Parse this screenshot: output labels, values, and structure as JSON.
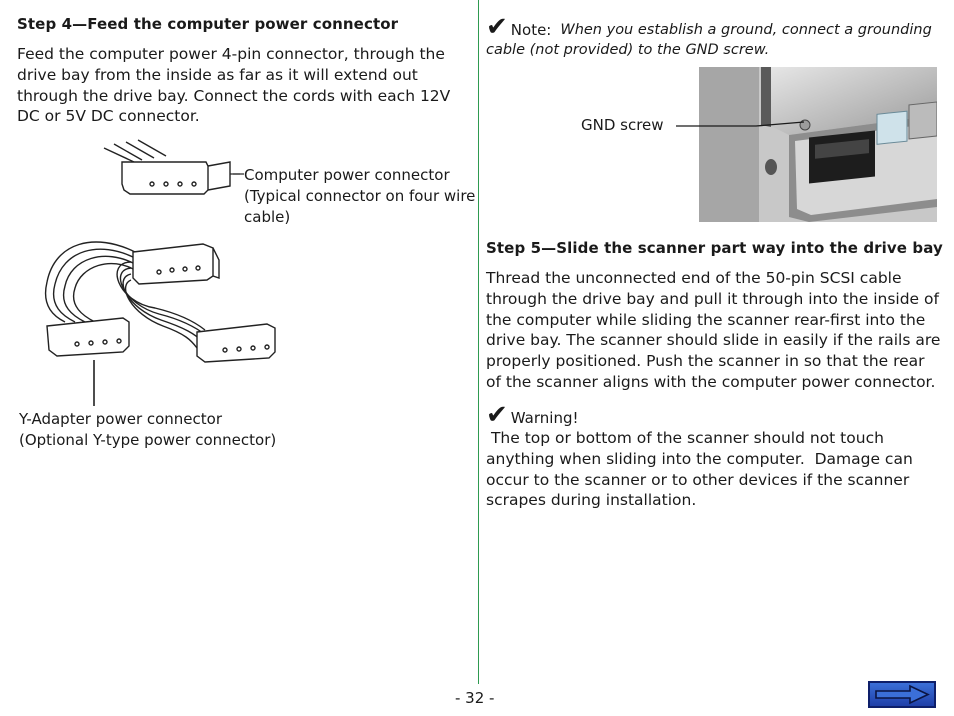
{
  "left": {
    "step4_heading": "Step 4—Feed the computer power connector",
    "step4_body": "Feed the computer power 4-pin connector,  through the drive bay from the inside as far as it will extend out through the drive bay.  Connect the cords with each 12V DC or 5V DC connector.",
    "callout_computer_line1": "Computer power connector",
    "callout_computer_line2": "(Typical connector on four wire",
    "callout_computer_line3": "cable)",
    "callout_y_line1": "Y-Adapter power connector",
    "callout_y_line2": "(Optional Y-type power connector)"
  },
  "right": {
    "note_check": "✔",
    "note_label": "Note:",
    "note_text_line1": "When you establish a ground, connect a grounding",
    "note_text_line2": "cable (not provided) to the GND screw.",
    "gnd_label": "GND screw",
    "step5_heading": "Step 5—Slide the scanner part way into the drive bay",
    "step5_body": "Thread the unconnected end of the 50-pin SCSI cable through the drive bay and pull it through into the inside of the computer while sliding the scanner rear-first into the drive bay.  The scanner should slide in easily if the rails are properly positioned.  Push the scanner in so that the rear of the scanner aligns with the computer power connector.",
    "warning_check": "✔",
    "warning_label": "Warning!",
    "warning_body": " The top or bottom of the scanner should not touch anything when sliding into the computer.  Damage can occur to the scanner or to other devices if the scanner scrapes during installation."
  },
  "footer": {
    "page_number": "- 32 -",
    "next_icon": "right-arrow-icon"
  },
  "colors": {
    "divider": "#2e9a50",
    "nav_button": "#2a52c4"
  }
}
